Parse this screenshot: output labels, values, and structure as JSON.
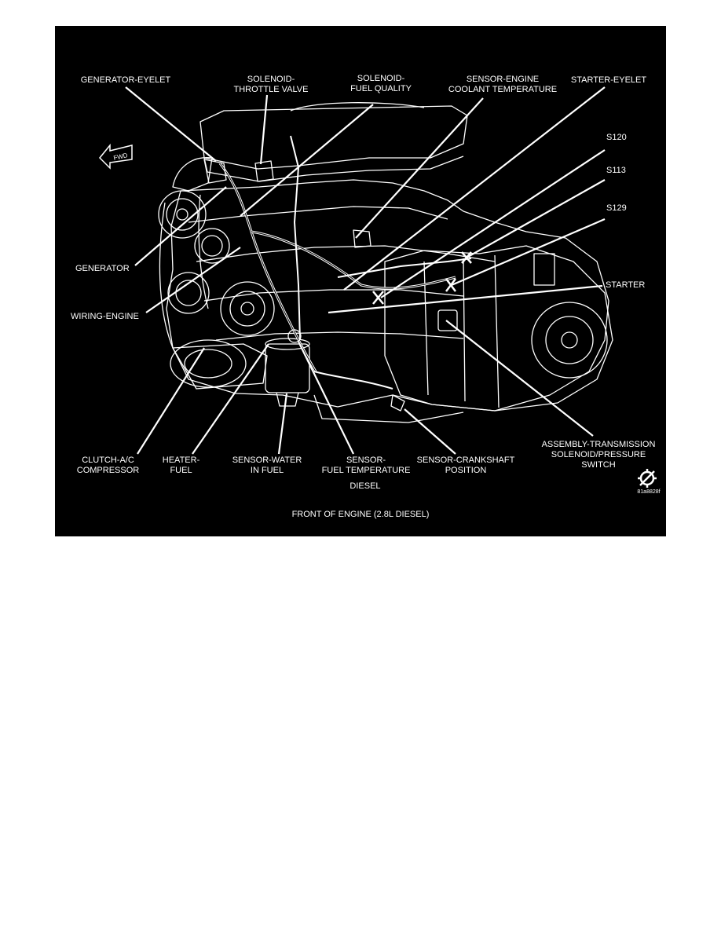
{
  "figure": {
    "title": "FRONT OF ENGINE (2.8L DIESEL)",
    "subtitle": "DIESEL",
    "image_code": "81a8828f",
    "fwd_text": "FWD",
    "background": "#000000",
    "line_color": "#ffffff"
  },
  "labels": {
    "generator_eyelet": "GENERATOR-EYELET",
    "solenoid_throttle_valve": "SOLENOID-\nTHROTTLE VALVE",
    "solenoid_fuel_quality": "SOLENOID-\nFUEL QUALITY",
    "sensor_engine_coolant_temperature": "SENSOR-ENGINE\nCOOLANT TEMPERATURE",
    "starter_eyelet": "STARTER-EYELET",
    "s120": "S120",
    "s113": "S113",
    "s129": "S129",
    "generator": "GENERATOR",
    "wiring_engine": "WIRING-ENGINE",
    "starter": "STARTER",
    "clutch_ac_compressor": "CLUTCH-A/C\nCOMPRESSOR",
    "heater_fuel": "HEATER-\nFUEL",
    "sensor_water_in_fuel": "SENSOR-WATER\nIN FUEL",
    "sensor_fuel_temperature": "SENSOR-\nFUEL TEMPERATURE",
    "sensor_crankshaft_position": "SENSOR-CRANKSHAFT\nPOSITION",
    "assembly_transmission": "ASSEMBLY-TRANSMISSION\nSOLENOID/PRESSURE\nSWITCH"
  }
}
